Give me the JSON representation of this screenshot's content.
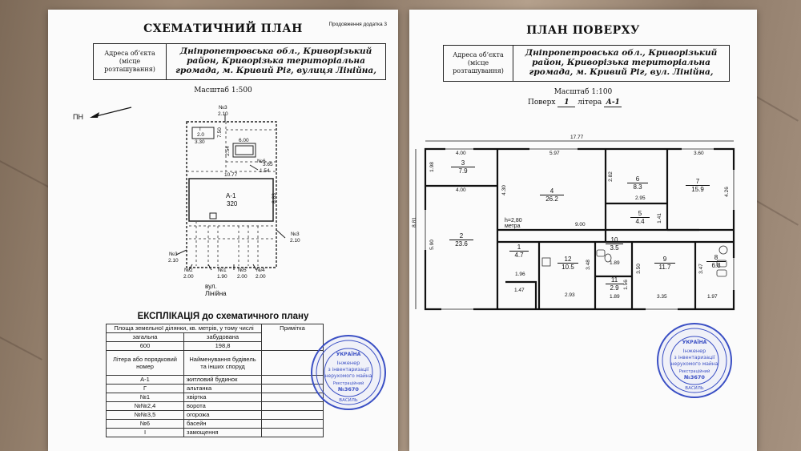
{
  "left_sheet": {
    "title": "СХЕМАТИЧНИЙ ПЛАН",
    "supplement_note": "Продовження додатка 3",
    "address_label": "Адреса об’єкта (місце розташування)",
    "address_value": "Дніпропетровська обл., Криворізький район, Криворізька територіальна громада, м. Кривий Ріг, вулиця Лінійна,",
    "scale": "Масштаб 1:500",
    "north_label": "ПН",
    "street_label": "вул. Лінійна",
    "plan_labels": {
      "n3_top": "№3",
      "n3_top_dim": "2.10",
      "g_label": "Г",
      "g_dim": "2.0",
      "dim_330": "3.30",
      "dim_750": "7.50",
      "dim_600": "6.00",
      "dim_254": "2.54",
      "pool": "№6",
      "dim_365": "3.65",
      "dim_154": "1.54",
      "dim_1077": "10.77",
      "a1": "А-1",
      "a1_area": "320",
      "dim_883": "8.83",
      "n3_right": "№3",
      "n3_right_dim": "2.10",
      "n3_left": "№3",
      "n3_left_dim": "2.10",
      "n2": "№2",
      "n2_dim": "2.00",
      "n1": "№1",
      "n1_dim": "1.90",
      "n5": "№5",
      "n5_dim": "2.00",
      "n4": "№4",
      "n4_dim": "2.00"
    },
    "explication": {
      "title": "ЕКСПЛІКАЦІЯ до схематичного плану",
      "area_header": "Площа земельної ділянки, кв. метрів, у тому числі",
      "note_header": "Примітка",
      "total_label": "загальна",
      "built_label": "забудована",
      "total_value": "600",
      "built_value": "198,8",
      "letter_header": "Літера або порядковий номер",
      "name_header": "Найменування будівель та інших споруд",
      "rows": [
        {
          "code": "А-1",
          "name": "житловий будинок"
        },
        {
          "code": "Г",
          "name": "альтанка"
        },
        {
          "code": "№1",
          "name": "хвіртка"
        },
        {
          "code": "№№2,4",
          "name": "ворота"
        },
        {
          "code": "№№3,5",
          "name": "огорожа"
        },
        {
          "code": "№6",
          "name": "басейн"
        },
        {
          "code": "I",
          "name": "замощення"
        }
      ]
    },
    "stamp": {
      "country": "УКРАЇНА",
      "line1": "Інженер",
      "line2": "з інвентаризації",
      "line3": "нерухомого майна",
      "reg": "Реєстраційний",
      "number": "№3670",
      "name": "ВАСИЛЬ"
    }
  },
  "right_sheet": {
    "title": "ПЛАН ПОВЕРХУ",
    "address_label": "Адреса об’єкта (місце розташування)",
    "address_value": "Дніпропетровська обл., Криворізький район, Криворізька територіальна громада, м. Кривий Ріг, вул. Лінійна,",
    "scale": "Масштаб 1:100",
    "floor_label": "Поверх",
    "floor_value": "1",
    "letter_label": "літера",
    "letter_value": "А-1",
    "height_note": "h=2,80 метра",
    "dims": {
      "total_width": "17.77",
      "total_height": "8.81",
      "r3_w": "4.00",
      "r3_h": "1.98",
      "r2_w": "4.00",
      "r2_h": "5.90",
      "r4_w": "5.97",
      "r4_h": "4.30",
      "r4_b": "9.00",
      "r6_h": "2.82",
      "r6_b": "2.95",
      "r7_w": "3.60",
      "r7_h": "4.26",
      "r5_h": "1.41",
      "r1_b": "1.96",
      "bot_147": "1.47",
      "r12_b": "2.93",
      "r12_h": "3.48",
      "r10_b": "1.89",
      "r11_h": "1.56",
      "r11_b": "1.89",
      "r9_h": "3.50",
      "r9_b": "3.35",
      "r8_h": "3.47",
      "r8_b": "1.97"
    },
    "rooms": [
      {
        "no": "3",
        "area": "7.9"
      },
      {
        "no": "2",
        "area": "23.6"
      },
      {
        "no": "4",
        "area": "26.2"
      },
      {
        "no": "6",
        "area": "8.3"
      },
      {
        "no": "7",
        "area": "15.9"
      },
      {
        "no": "5",
        "area": "4.4"
      },
      {
        "no": "1",
        "area": "4.7"
      },
      {
        "no": "12",
        "area": "10.5"
      },
      {
        "no": "10",
        "area": "3.5"
      },
      {
        "no": "11",
        "area": "2.9"
      },
      {
        "no": "9",
        "area": "11.7"
      },
      {
        "no": "8",
        "area": "6.8"
      }
    ],
    "stamp": {
      "country": "УКРАЇНА",
      "line1": "Інженер",
      "line2": "з інвентаризації",
      "line3": "нерухомого майна",
      "reg": "Реєстраційний",
      "number": "№3670",
      "name": "ВАСИЛЬ"
    }
  }
}
